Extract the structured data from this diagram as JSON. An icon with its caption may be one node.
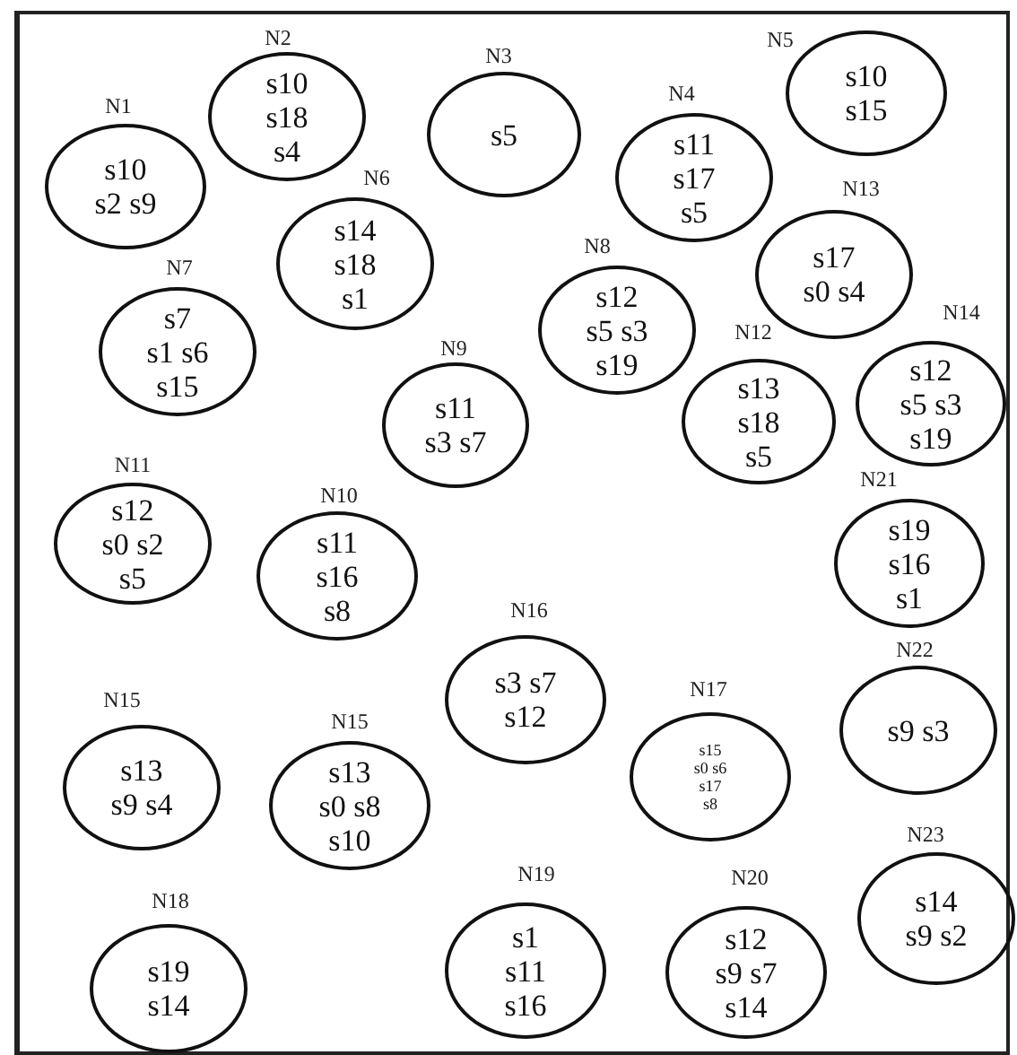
{
  "diagram": {
    "nodes": [
      {
        "text": [
          "N5",
          "s10 s15"
        ]
      },
      {
        "text": [
          "N2",
          "s10 s18 s4"
        ]
      },
      {
        "text": [
          "N3",
          "s5"
        ]
      },
      {
        "text": [
          "N4",
          "s11 s17 s5"
        ]
      },
      {
        "text": [
          "N1",
          "s10 s2 s9"
        ]
      },
      {
        "text": [
          "N6",
          "s14 s18 s1"
        ]
      },
      {
        "text": [
          "N13",
          "s17 s0 s4"
        ]
      },
      {
        "text": [
          "N8",
          "s12 s5 s3 s19"
        ]
      },
      {
        "text": [
          "N7",
          "s7 s1 s6 s15"
        ]
      },
      {
        "text": [
          "N14",
          "s12 s5 s3 s19"
        ]
      },
      {
        "text": [
          "N12",
          "s13 s18 s5"
        ]
      },
      {
        "text": [
          "N9",
          "s11 s3 s7"
        ]
      },
      {
        "text": [
          "N11",
          "s12 s0 s2 s5"
        ]
      },
      {
        "text": [
          "N21",
          "s19 s16 s1"
        ]
      },
      {
        "text": [
          "N10",
          "s11 s16 s8"
        ]
      },
      {
        "text": [
          "N16",
          "s3 s7 s12"
        ]
      },
      {
        "text": [
          "N22",
          "s9 s3"
        ]
      },
      {
        "text": [
          "N17",
          "s15 s0 s6 s17 s8"
        ]
      },
      {
        "text": [
          "N15",
          "s13 s9 s4"
        ]
      },
      {
        "text": [
          "N15",
          "s13 s0 s8 s10"
        ]
      },
      {
        "text": [
          "N23",
          "s14 s9 s2"
        ]
      },
      {
        "text": [
          "N19",
          "s1 s11 s16"
        ]
      },
      {
        "text": [
          "N20",
          "s12 s9 s7 s14"
        ]
      },
      {
        "text": [
          "N18",
          "s19 s14"
        ]
      }
    ]
  }
}
